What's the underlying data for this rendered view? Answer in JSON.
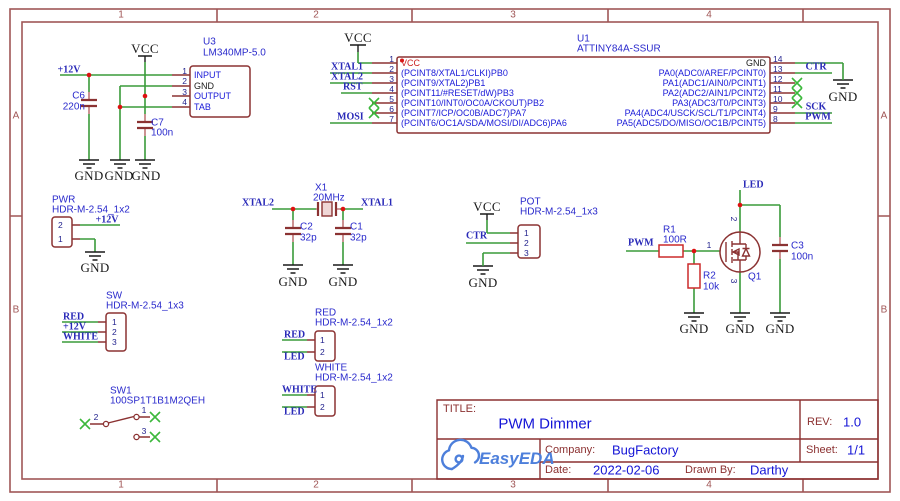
{
  "frame": {
    "cols": [
      "1",
      "2",
      "3",
      "4"
    ],
    "rows": [
      "A",
      "B"
    ]
  },
  "nets": {
    "vcc": "VCC",
    "gnd": "GND",
    "p12v": "+12V",
    "xtal1": "XTAL1",
    "xtal2": "XTAL2",
    "rst": "RST",
    "mosi": "MOSI",
    "ctr": "CTR",
    "sck": "SCK",
    "pwm": "PWM",
    "red": "RED",
    "white": "WHITE",
    "led": "LED"
  },
  "u3": {
    "ref": "U3",
    "value": "LM340MP-5.0",
    "pins": [
      {
        "n": "1",
        "name": "INPUT"
      },
      {
        "n": "2",
        "name": "GND"
      },
      {
        "n": "3",
        "name": "OUTPUT"
      },
      {
        "n": "4",
        "name": "TAB"
      }
    ]
  },
  "c6": {
    "ref": "C6",
    "value": "220n"
  },
  "c7": {
    "ref": "C7",
    "value": "100n"
  },
  "u1": {
    "ref": "U1",
    "value": "ATTINY84A-SSUR",
    "left_pins": [
      {
        "n": "1",
        "name": "VCC"
      },
      {
        "n": "2",
        "name": "(PCINT8/XTAL1/CLKI)PB0"
      },
      {
        "n": "3",
        "name": "(PCINT9/XTAL2)PB1"
      },
      {
        "n": "4",
        "name": "(PCINT11/#RESET/dW)PB3"
      },
      {
        "n": "5",
        "name": "(PCINT10/INT0/OC0A/CKOUT)PB2"
      },
      {
        "n": "6",
        "name": "(PCINT7/ICP/OC0B/ADC7)PA7"
      },
      {
        "n": "7",
        "name": "(PCINT6/OC1A/SDA/MOSI/DI/ADC6)PA6"
      }
    ],
    "right_pins": [
      {
        "n": "14",
        "name": "GND"
      },
      {
        "n": "13",
        "name": "PA0(ADC0/AREF/PCINT0)"
      },
      {
        "n": "12",
        "name": "PA1(ADC1/AIN0/PCINT1)"
      },
      {
        "n": "11",
        "name": "PA2(ADC2/AIN1/PCINT2)"
      },
      {
        "n": "10",
        "name": "PA3(ADC3/T0/PCINT3)"
      },
      {
        "n": "9",
        "name": "PA4(ADC4/USCK/SCL/T1/PCINT4)"
      },
      {
        "n": "8",
        "name": "PA5(ADC5/DO/MISO/OC1B/PCINT5)"
      }
    ]
  },
  "x1": {
    "ref": "X1",
    "value": "20MHz"
  },
  "c2": {
    "ref": "C2",
    "value": "32p"
  },
  "c1": {
    "ref": "C1",
    "value": "32p"
  },
  "pwr": {
    "ref": "PWR",
    "value": "HDR-M-2.54_1x2",
    "pins": [
      "2",
      "1"
    ]
  },
  "sw": {
    "ref": "SW",
    "value": "HDR-M-2.54_1x3",
    "pins": [
      "1",
      "2",
      "3"
    ]
  },
  "sw1": {
    "ref": "SW1",
    "value": "100SP1T1B1M2QEH",
    "pins": [
      "1",
      "2",
      "3"
    ]
  },
  "pot": {
    "ref": "POT",
    "value": "HDR-M-2.54_1x3",
    "pins": [
      "1",
      "2",
      "3"
    ]
  },
  "red_conn": {
    "ref": "RED",
    "value": "HDR-M-2.54_1x2",
    "pins": [
      "1",
      "2"
    ]
  },
  "white_conn": {
    "ref": "WHITE",
    "value": "HDR-M-2.54_1x2",
    "pins": [
      "1",
      "2"
    ]
  },
  "r1": {
    "ref": "R1",
    "value": "100R"
  },
  "r2": {
    "ref": "R2",
    "value": "10k"
  },
  "q1": {
    "ref": "Q1",
    "pins": [
      "1",
      "2",
      "3"
    ]
  },
  "c3": {
    "ref": "C3",
    "value": "100n"
  },
  "title_block": {
    "title_label": "TITLE:",
    "title": "PWM Dimmer",
    "rev_label": "REV:",
    "rev": "1.0",
    "company_label": "Company:",
    "company": "BugFactory",
    "sheet_label": "Sheet:",
    "sheet": "1/1",
    "date_label": "Date:",
    "date": "2022-02-06",
    "drawn_label": "Drawn By:",
    "drawn": "Darthy",
    "logo": "EasyEDA"
  },
  "colors": {
    "wire": "#3A9B3A",
    "symbol": "#8B3232",
    "frame": "#A05656",
    "net": "#2A2AB8",
    "pinname": "#1A1AD8",
    "value": "#2A2ACC",
    "junction": "#DD1111",
    "nc": "#3CB83C",
    "res": "#CC2A2A",
    "titleblue": "#1414D6",
    "titlered": "#8B3030",
    "logoblue": "#4D7FDB",
    "pink": "#C07878",
    "black": "#1a1a1a",
    "pinnum": "#23238E"
  }
}
